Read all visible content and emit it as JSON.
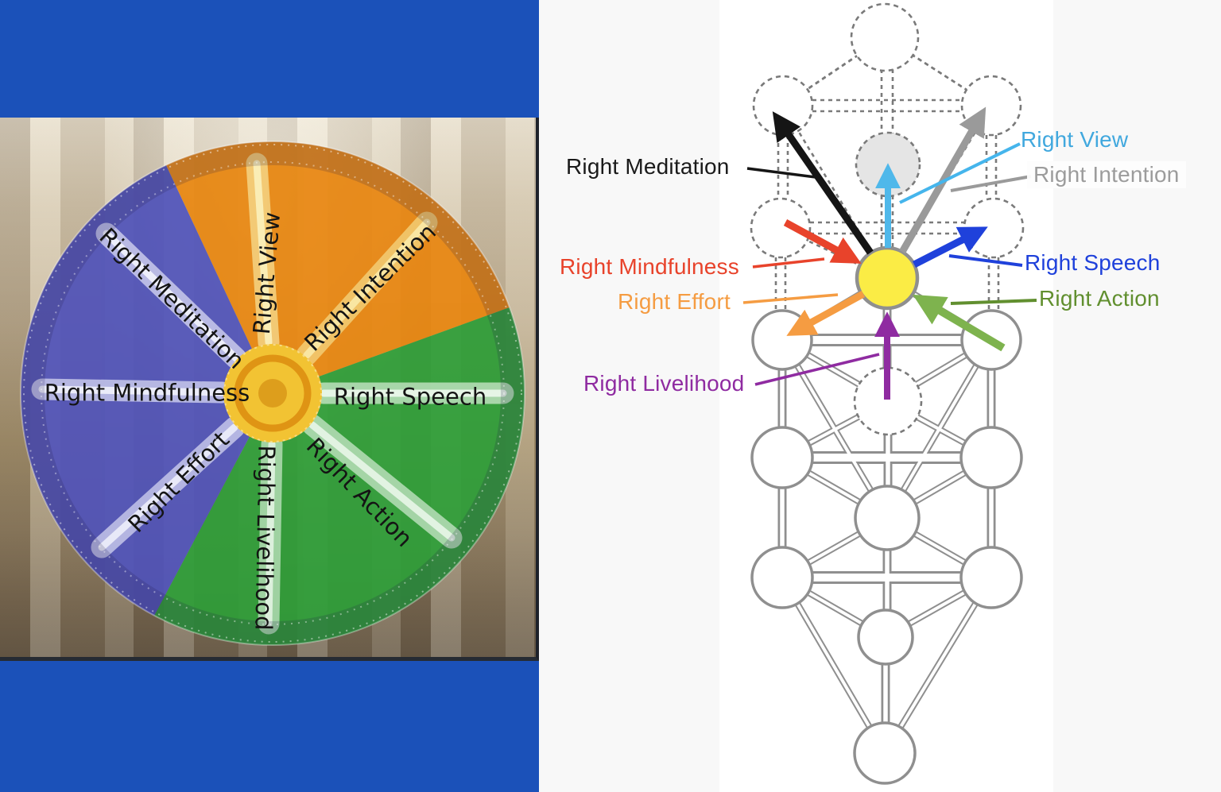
{
  "slide": {
    "background_color": "#1B51B9",
    "wheel": {
      "segment_colors": {
        "wisdom_orange": "#E8860F",
        "ethics_green": "#2E9E38",
        "concentration_blue": "#5053BA"
      },
      "labels": [
        {
          "id": "view",
          "text": "Right View"
        },
        {
          "id": "intention",
          "text": "Right Intention"
        },
        {
          "id": "speech",
          "text": "Right Speech"
        },
        {
          "id": "action",
          "text": "Right Action"
        },
        {
          "id": "livelihood",
          "text": "Right Livelihood"
        },
        {
          "id": "effort",
          "text": "Right Effort"
        },
        {
          "id": "mindfulness",
          "text": "Right Mindfulness"
        },
        {
          "id": "meditation",
          "text": "Right Meditation"
        }
      ]
    }
  },
  "tree_panel": {
    "background_color": "#F8F8F8",
    "node_fill": "#FFFFFF",
    "line_color": "#8F8F8F",
    "center_node_color": "#FBEC45",
    "daat_node_color": "#E5E5E5",
    "annotations": [
      {
        "id": "meditation",
        "text": "Right Meditation",
        "color": "#1A1A1A"
      },
      {
        "id": "view",
        "text": "Right View",
        "color": "#41A8DE"
      },
      {
        "id": "intention",
        "text": "Right Intention",
        "color": "#9C9C9C"
      },
      {
        "id": "mindfulness",
        "text": "Right Mindfulness",
        "color": "#E8432B"
      },
      {
        "id": "speech",
        "text": "Right Speech",
        "color": "#1F41DB"
      },
      {
        "id": "effort",
        "text": "Right Effort",
        "color": "#F59C42"
      },
      {
        "id": "action",
        "text": "Right Action",
        "color": "#618F2F"
      },
      {
        "id": "livelihood",
        "text": "Right Livelihood",
        "color": "#8F2BA1"
      }
    ]
  }
}
